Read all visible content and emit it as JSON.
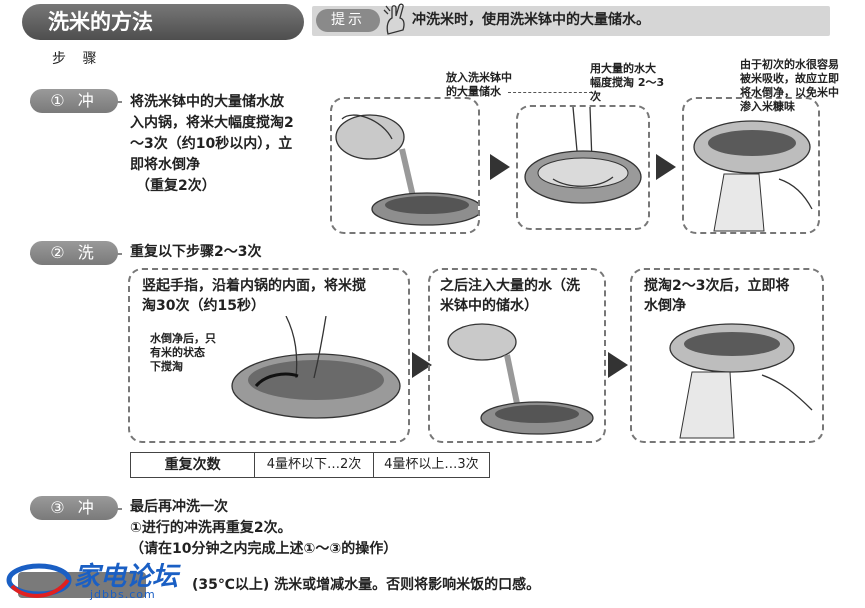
{
  "header": {
    "title": "洗米的方法",
    "hint_label": "提示",
    "hint_text": "冲洗米时，使用洗米钵中的大量储水。"
  },
  "steps_label": "步 骤",
  "step1": {
    "label": "① 冲",
    "desc_lines": [
      "将洗米钵中的大量储水放",
      "入内锅，将米大幅度搅淘2",
      "～3次（约10秒以内），立",
      "即将水倒净"
    ],
    "repeat": "（重复2次）",
    "caption_a": [
      "放入洗米钵中",
      "的大量储水"
    ],
    "caption_b": [
      "用大量的水大",
      "幅度搅淘 2～3",
      "次"
    ],
    "caption_c": [
      "由于初次的水很容易",
      "被米吸收，故应立即",
      "将水倒净，以免米中",
      "渗入米糠味"
    ]
  },
  "step2": {
    "label": "② 洗",
    "desc": "重复以下步骤2～3次",
    "box1_lines": [
      "竖起手指，沿着内锅的内面，将米搅",
      "淘30次（约15秒）"
    ],
    "box1_note": [
      "水倒净后，只",
      "有米的状态",
      "下搅淘"
    ],
    "box2_lines": [
      "之后注入大量的水（洗",
      "米钵中的储水）"
    ],
    "box3_lines": [
      "搅淘2～3次后，立即将",
      "水倒净"
    ]
  },
  "table": {
    "header": "重复次数",
    "cell1": "4量杯以下…2次",
    "cell2": "4量杯以上…3次"
  },
  "step3": {
    "label": "③ 冲",
    "line1": "最后再冲洗一次",
    "line2": "①进行的冲洗再重复2次。",
    "line3": "（请在10分钟之内完成上述①～③的操作）"
  },
  "footer": {
    "note_visible": "(35℃以上) 洗米或增减水量。否则将影响米饭的口感。"
  },
  "logo": {
    "text": "家电论坛",
    "sub": "jdbbs.com"
  }
}
